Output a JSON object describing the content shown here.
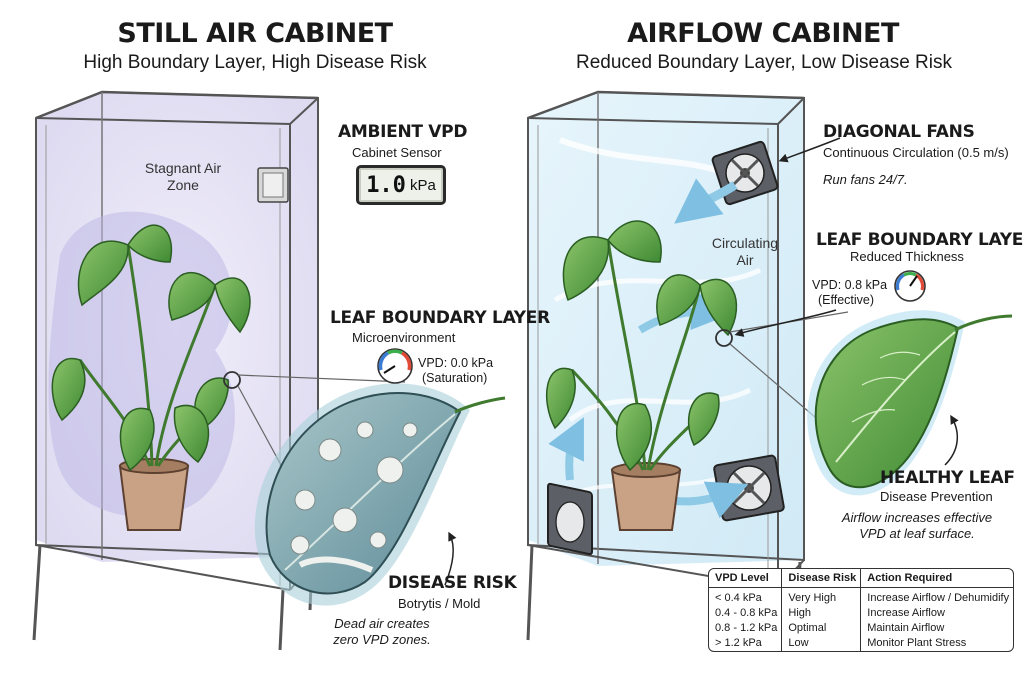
{
  "left": {
    "title": "STILL AIR CABINET",
    "subtitle": "High Boundary Layer, High Disease Risk",
    "zone_label": "Stagnant Air\nZone",
    "ambient": {
      "label": "AMBIENT VPD",
      "sub": "Cabinet Sensor",
      "reading": "1.0",
      "unit": "kPa"
    },
    "boundary": {
      "label": "LEAF BOUNDARY LAYER",
      "sub": "Microenvironment",
      "vpd_line1": "VPD: 0.0 kPa",
      "vpd_line2": "(Saturation)"
    },
    "disease": {
      "label": "DISEASE RISK",
      "sub": "Botrytis / Mold",
      "note": "Dead air creates\nzero VPD zones."
    }
  },
  "right": {
    "title": "AIRFLOW CABINET",
    "subtitle": "Reduced Boundary Layer, Low Disease Risk",
    "fans": {
      "label": "DIAGONAL FANS",
      "sub": "Continuous Circulation (0.5 m/s)",
      "note": "Run fans 24/7."
    },
    "air_label": "Circulating\nAir",
    "boundary": {
      "label": "LEAF BOUNDARY LAYER",
      "sub": "Reduced Thickness",
      "vpd_line1": "VPD: 0.8 kPa",
      "vpd_line2": "(Effective)"
    },
    "healthy": {
      "label": "HEALTHY LEAF",
      "sub": "Disease Prevention",
      "note": "Airflow increases effective\nVPD at leaf surface."
    },
    "table": {
      "headers": [
        "VPD Level",
        "Disease Risk",
        "Action Required"
      ],
      "rows": [
        [
          "< 0.4 kPa",
          "Very High",
          "Increase Airflow / Dehumidify"
        ],
        [
          "0.4 - 0.8 kPa",
          "High",
          "Increase Airflow"
        ],
        [
          "0.8 - 1.2 kPa",
          "Optimal",
          "Maintain Airflow"
        ],
        [
          "> 1.2 kPa",
          "Low",
          "Monitor Plant Stress"
        ]
      ]
    }
  },
  "colors": {
    "still_haze": "#c9c3e8",
    "airflow_haze": "#cfe9f5",
    "leaf_green": "#4f9a3c",
    "leaf_dark": "#2f6b27",
    "mold_blue": "#7fa9b6",
    "arrow_blue": "#8ec9e6",
    "frame": "#e9eaee"
  }
}
